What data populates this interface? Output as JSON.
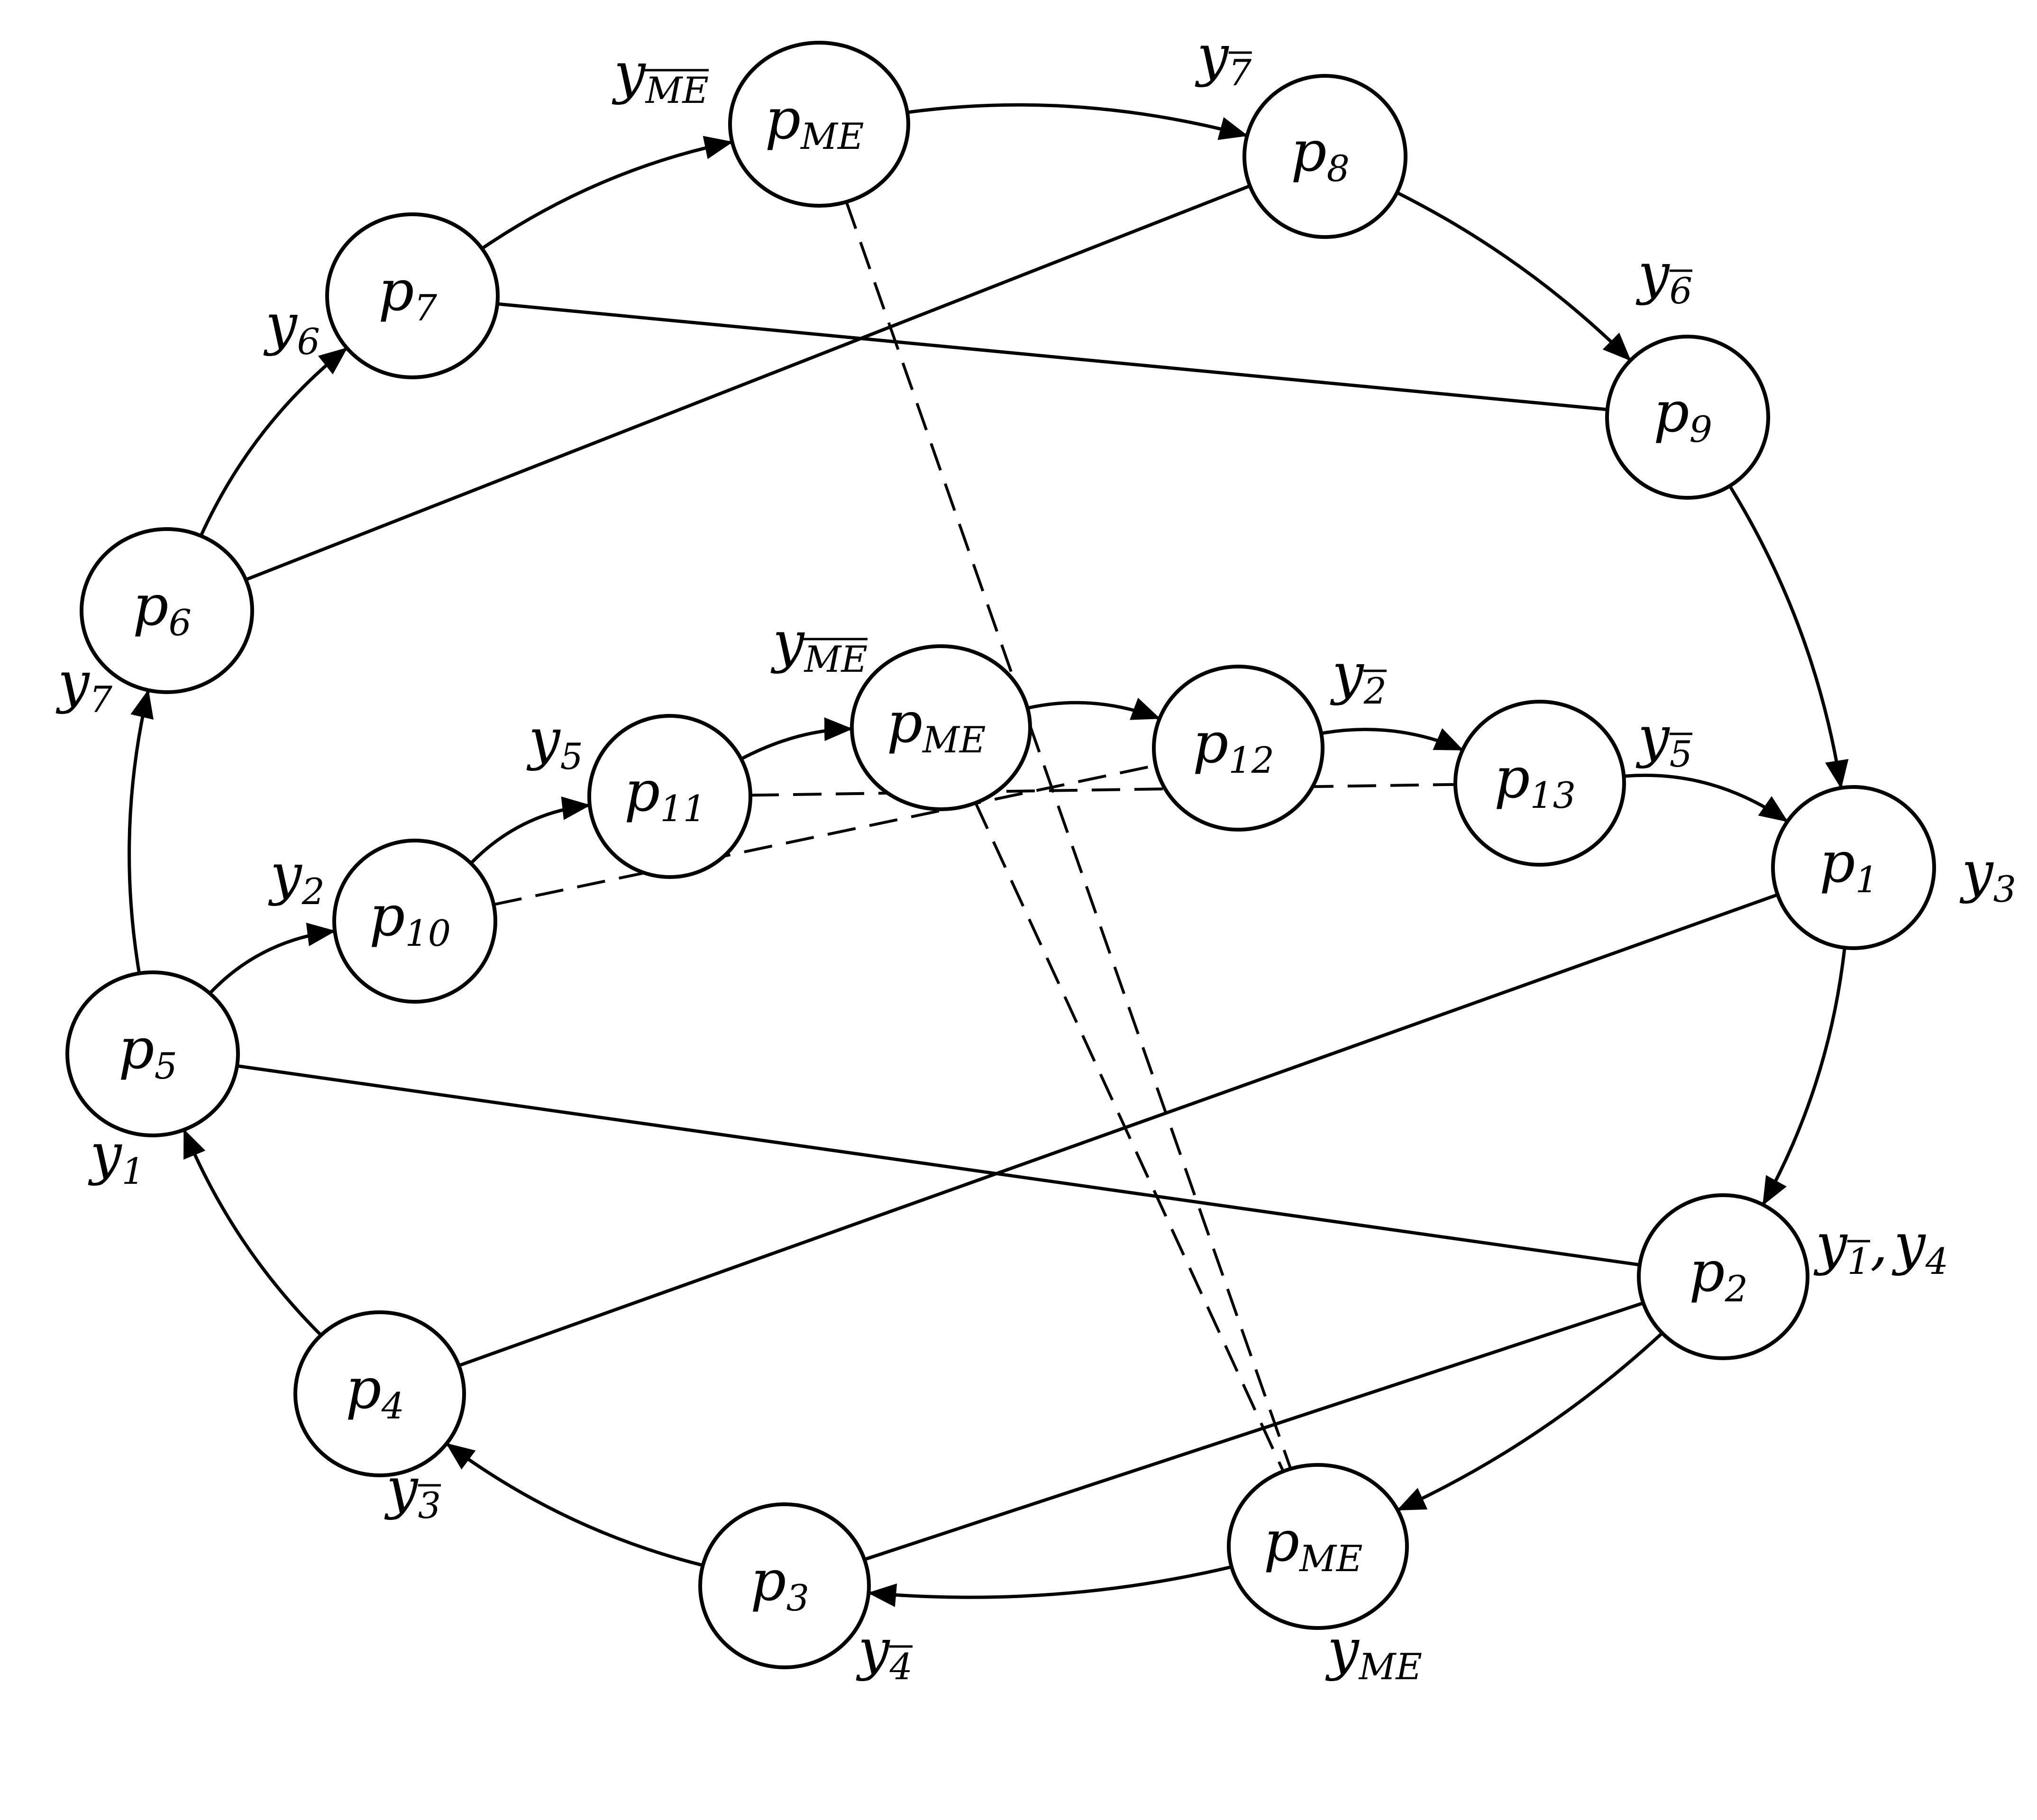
{
  "nodes": [
    {
      "id": "pME_top",
      "main": "p",
      "sub": "ME"
    },
    {
      "id": "p8",
      "main": "p",
      "sub": "8"
    },
    {
      "id": "p7",
      "main": "p",
      "sub": "7"
    },
    {
      "id": "p9",
      "main": "p",
      "sub": "9"
    },
    {
      "id": "p6",
      "main": "p",
      "sub": "6"
    },
    {
      "id": "pME_mid",
      "main": "p",
      "sub": "ME"
    },
    {
      "id": "p12",
      "main": "p",
      "sub": "12"
    },
    {
      "id": "p13",
      "main": "p",
      "sub": "13"
    },
    {
      "id": "p11",
      "main": "p",
      "sub": "11"
    },
    {
      "id": "p1",
      "main": "p",
      "sub": "1"
    },
    {
      "id": "p10",
      "main": "p",
      "sub": "10"
    },
    {
      "id": "p5",
      "main": "p",
      "sub": "5"
    },
    {
      "id": "p2",
      "main": "p",
      "sub": "2"
    },
    {
      "id": "p4",
      "main": "p",
      "sub": "4"
    },
    {
      "id": "pME_bot",
      "main": "p",
      "sub": "ME"
    },
    {
      "id": "p3",
      "main": "p",
      "sub": "3"
    }
  ],
  "labels": [
    {
      "id": "y_MEbar_top",
      "main": "y",
      "sub": "ME",
      "bar": true
    },
    {
      "id": "y_7bar",
      "main": "y",
      "sub": "7",
      "bar": true
    },
    {
      "id": "y_6",
      "main": "y",
      "sub": "6",
      "bar": false
    },
    {
      "id": "y_6bar",
      "main": "y",
      "sub": "6",
      "bar": true
    },
    {
      "id": "y_7",
      "main": "y",
      "sub": "7",
      "bar": false
    },
    {
      "id": "y_MEbar_mid",
      "main": "y",
      "sub": "ME",
      "bar": true
    },
    {
      "id": "y_2bar",
      "main": "y",
      "sub": "2",
      "bar": true
    },
    {
      "id": "y_5bar",
      "main": "y",
      "sub": "5",
      "bar": true
    },
    {
      "id": "y_5",
      "main": "y",
      "sub": "5",
      "bar": false
    },
    {
      "id": "y_2",
      "main": "y",
      "sub": "2",
      "bar": false
    },
    {
      "id": "y_3",
      "main": "y",
      "sub": "3",
      "bar": false
    },
    {
      "id": "y_1",
      "main": "y",
      "sub": "1",
      "bar": false
    },
    {
      "id": "y_1bar",
      "main": "y",
      "sub": "1",
      "bar": true,
      "suffix": ", "
    },
    {
      "id": "y_4",
      "main": "y",
      "sub": "4",
      "bar": false
    },
    {
      "id": "y_3bar",
      "main": "y",
      "sub": "3",
      "bar": true
    },
    {
      "id": "y_4bar",
      "main": "y",
      "sub": "4",
      "bar": true
    },
    {
      "id": "y_ME_bot",
      "main": "y",
      "sub": "ME",
      "bar": false
    }
  ],
  "edges": [
    {
      "from": "p6",
      "to": "p7",
      "style": "arrow"
    },
    {
      "from": "p7",
      "to": "pME_top",
      "style": "arrow"
    },
    {
      "from": "pME_top",
      "to": "p8",
      "style": "arrow"
    },
    {
      "from": "p8",
      "to": "p9",
      "style": "arrow"
    },
    {
      "from": "p9",
      "to": "p1",
      "style": "arrow"
    },
    {
      "from": "p1",
      "to": "p2",
      "style": "arrow"
    },
    {
      "from": "p2",
      "to": "pME_bot",
      "style": "arrow"
    },
    {
      "from": "pME_bot",
      "to": "p3",
      "style": "arrow"
    },
    {
      "from": "p3",
      "to": "p4",
      "style": "arrow"
    },
    {
      "from": "p4",
      "to": "p5",
      "style": "arrow"
    },
    {
      "from": "p5",
      "to": "p6",
      "style": "arrow"
    },
    {
      "from": "p5",
      "to": "p10",
      "style": "arrow"
    },
    {
      "from": "p10",
      "to": "p11",
      "style": "arrow"
    },
    {
      "from": "p11",
      "to": "pME_mid",
      "style": "arrow"
    },
    {
      "from": "pME_mid",
      "to": "p12",
      "style": "arrow"
    },
    {
      "from": "p12",
      "to": "p13",
      "style": "arrow"
    },
    {
      "from": "p13",
      "to": "p1",
      "style": "arrow"
    },
    {
      "from": "p6",
      "to": "p8",
      "style": "line"
    },
    {
      "from": "p7",
      "to": "p9",
      "style": "line"
    },
    {
      "from": "p5",
      "to": "p2",
      "style": "line"
    },
    {
      "from": "p4",
      "to": "p1",
      "style": "line"
    },
    {
      "from": "p3",
      "to": "p2",
      "style": "line"
    },
    {
      "from": "pME_top",
      "to": "pME_bot",
      "style": "dashed"
    },
    {
      "from": "pME_mid",
      "to": "pME_bot",
      "style": "dashed"
    },
    {
      "from": "p10",
      "to": "p12",
      "style": "dashed"
    },
    {
      "from": "p11",
      "to": "p13",
      "style": "dashed"
    }
  ]
}
